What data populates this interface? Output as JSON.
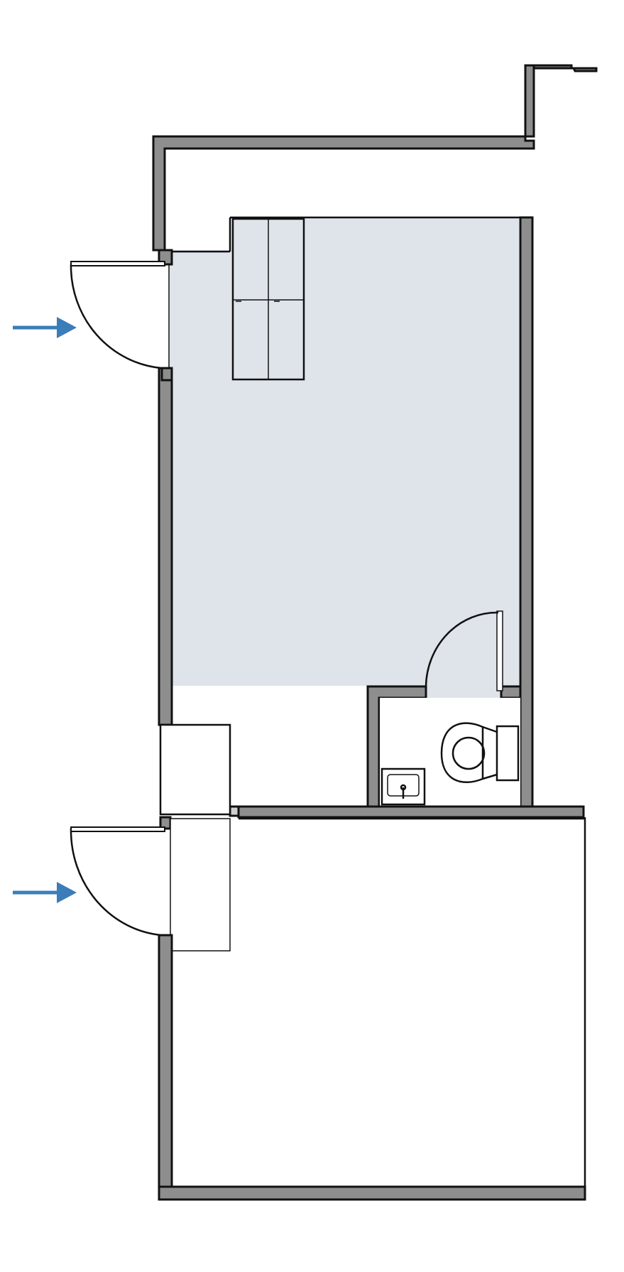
{
  "colors": {
    "room_fill": "#dfe3ea",
    "wall_fill": "#8e8e8e",
    "outline": "#111111",
    "arrow": "#3a7db8",
    "background": "#ffffff"
  },
  "rooms": [
    {
      "name": "upper-room",
      "shaded": true
    },
    {
      "name": "restroom",
      "shaded": false
    },
    {
      "name": "lower-room",
      "shaded": false
    }
  ],
  "entrances": [
    {
      "name": "upper-entrance",
      "marker": "arrow"
    },
    {
      "name": "lower-entrance",
      "marker": "arrow"
    }
  ],
  "fixtures": [
    "cabinet",
    "toilet",
    "sink",
    "closet"
  ]
}
